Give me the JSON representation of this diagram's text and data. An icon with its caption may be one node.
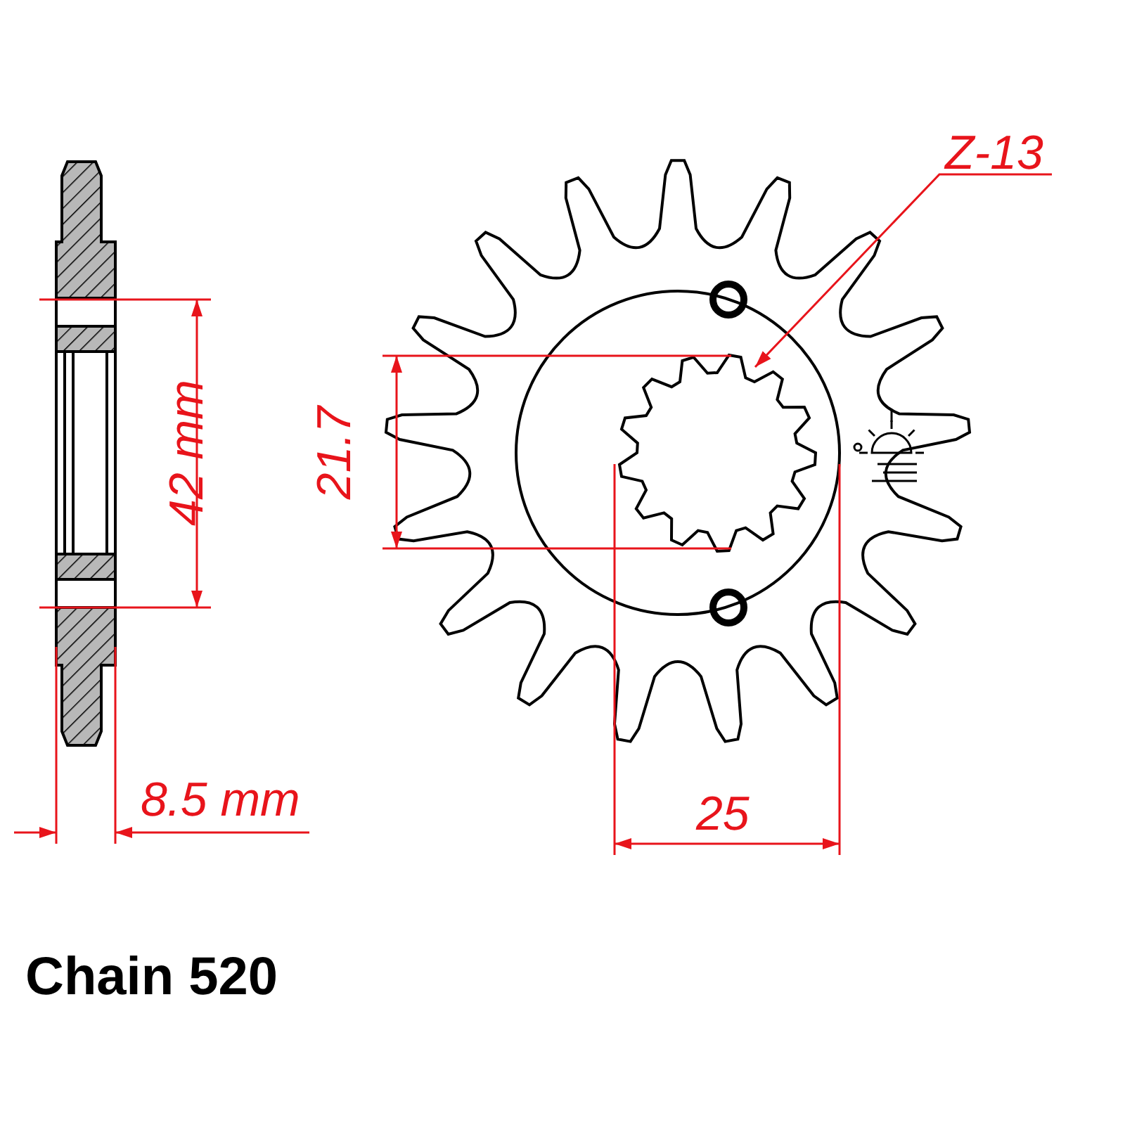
{
  "diagram": {
    "nodes": [
      {
        "text": [
          "Z-13"
        ]
      },
      {
        "text": [],
        "shape": "picture"
      }
    ],
    "edges": [
      {
        "from": 0,
        "to": 1,
        "arrow": "to"
      }
    ],
    "labels": [
      "42 mm",
      "21.7",
      "8.5 mm",
      "25",
      "Chain 520"
    ]
  }
}
